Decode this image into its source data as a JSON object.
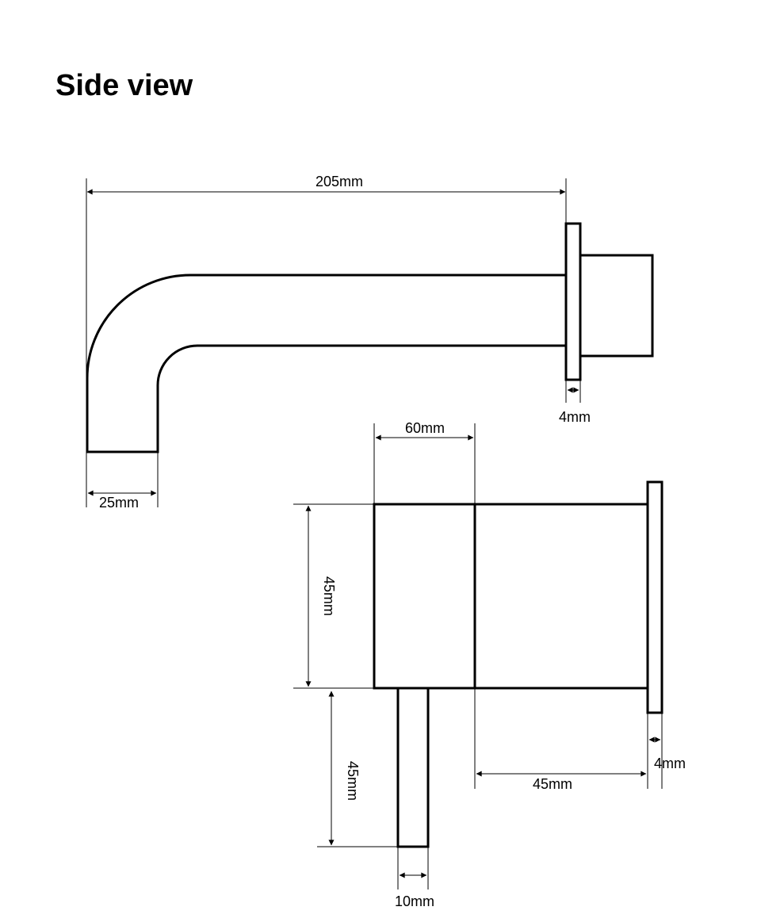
{
  "title": "Side view",
  "spout": {
    "length_label": "205mm",
    "flange_label": "4mm",
    "outlet_label": "25mm"
  },
  "mixer": {
    "lever_width_label": "60mm",
    "body_height_label": "45mm",
    "lever_length_label": "45mm",
    "body_depth_label": "45mm",
    "flange_label": "4mm",
    "handle_width_label": "10mm"
  }
}
